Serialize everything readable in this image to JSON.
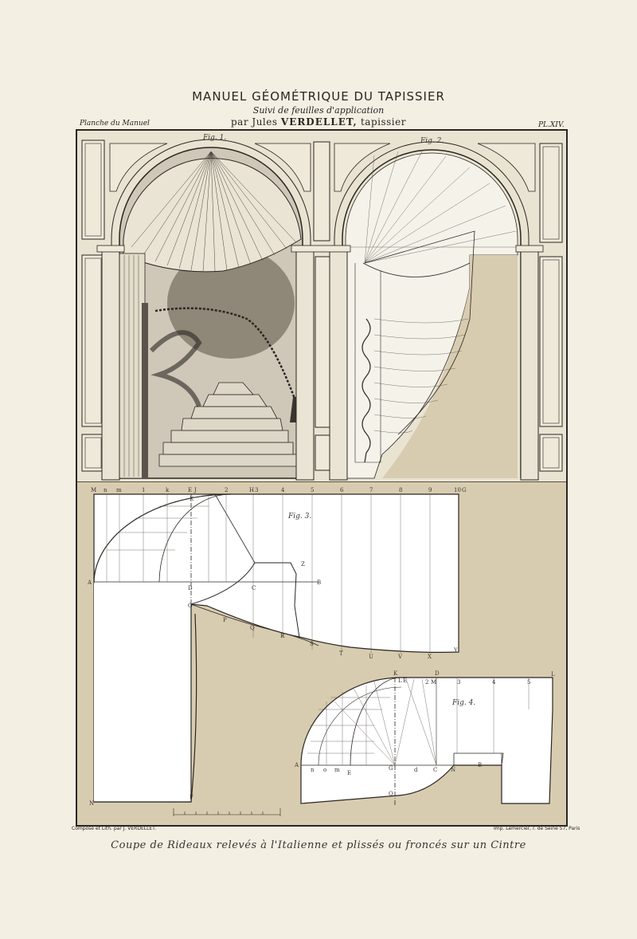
{
  "header": {
    "title": "MANUEL GÉOMÉTRIQUE DU TAPISSIER",
    "subtitle": "Suivi de feuilles d'application",
    "author_prefix": "par Jules",
    "author_name": "VERDELLET,",
    "author_suffix": "tapissier",
    "planche": "Planche du Manuel",
    "plate_number": "PL.XIV."
  },
  "figures": {
    "fig1": "Fig. 1.",
    "fig2": "Fig. 2.",
    "fig3": "Fig. 3.",
    "fig4": "Fig. 4."
  },
  "fig3_labels": {
    "top": [
      "M",
      "n",
      "m",
      "1",
      "k",
      "E",
      "J",
      "2",
      "H",
      "3",
      "4",
      "5",
      "6",
      "7",
      "8",
      "9",
      "10",
      "G"
    ],
    "axis_a": "A",
    "axis_b": "B",
    "axis_c": "C",
    "axis_z": "Z",
    "axis_o": "O",
    "axis_d": "D",
    "corner_n": "N",
    "corner_f": "F",
    "k": "K",
    "bottom": [
      "P",
      "Q",
      "R",
      "S",
      "T",
      "U",
      "V",
      "X",
      "Y"
    ]
  },
  "fig4_labels": {
    "top": [
      "K",
      "L",
      "E",
      "D",
      "2",
      "M",
      "3",
      "4",
      "5",
      "L"
    ],
    "axis": [
      "A",
      "n",
      "o",
      "m",
      "E",
      "G",
      "d",
      "C",
      "N",
      "B"
    ],
    "origin": "O"
  },
  "footer": {
    "credit_left": "Composé et Lith. par J. VERDELLET.",
    "credit_right": "Imp. Lemercier, r. de Seine 57, Paris",
    "caption": "Coupe de Rideaux relevés à l'Italienne et plissés ou froncés sur un Cintre"
  },
  "colors": {
    "paper": "#f3efe3",
    "tint": "#d8ccb0",
    "ink": "#2a2622"
  }
}
